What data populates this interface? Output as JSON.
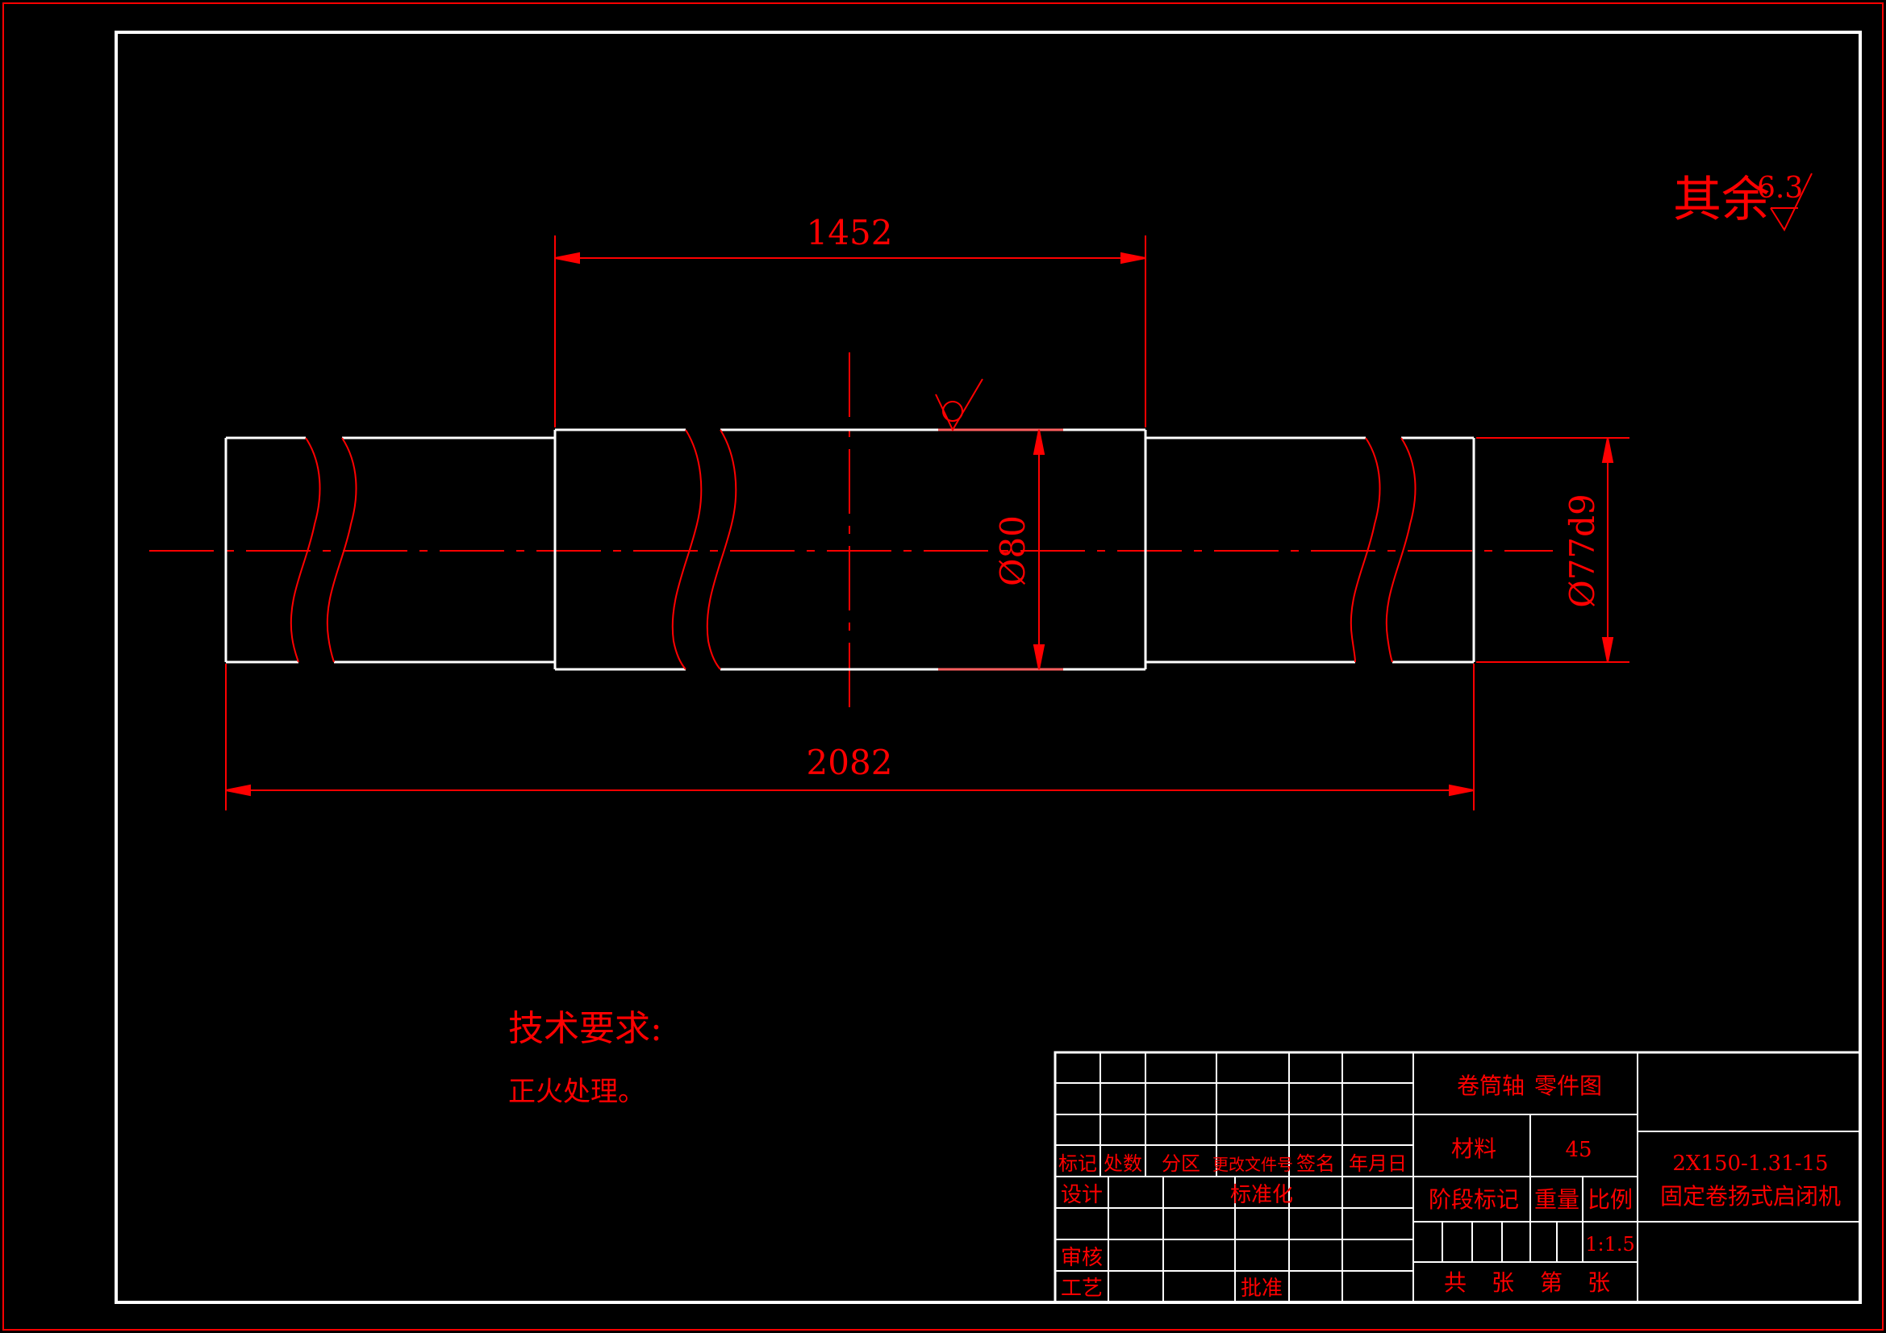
{
  "drawing": {
    "roughness_note": "其余",
    "roughness_value": "6.3",
    "dimensions": {
      "middle_length": "1452",
      "total_length": "2082",
      "middle_diameter": "Ø80",
      "end_diameter": "Ø77d9"
    },
    "tech_requirements": {
      "title": "技术要求:",
      "line1": "正火处理。"
    }
  },
  "title_block": {
    "part_name": "卷筒轴",
    "drawing_type": "零件图",
    "material_label": "材料",
    "material_value": "45",
    "drawing_number": "2X150-1.31-15",
    "machine_name": "固定卷扬式启闭机",
    "stage_mark_label": "阶段标记",
    "weight_label": "重量",
    "scale_label": "比例",
    "scale_value": "1:1.5",
    "sheets_total": "共",
    "sheets_unit1": "张",
    "sheet_no": "第",
    "sheets_unit2": "张",
    "rev_headers": {
      "mark": "标记",
      "count": "处数",
      "zone": "分区",
      "change_doc": "更改文件号",
      "signature": "签名",
      "date": "年月日"
    },
    "roles": {
      "design": "设计",
      "standardization": "标准化",
      "review": "审核",
      "process": "工艺",
      "approve": "批准"
    }
  },
  "colors": {
    "background": "#000000",
    "geometry": "#ffffff",
    "annotation": "#ff0000"
  }
}
